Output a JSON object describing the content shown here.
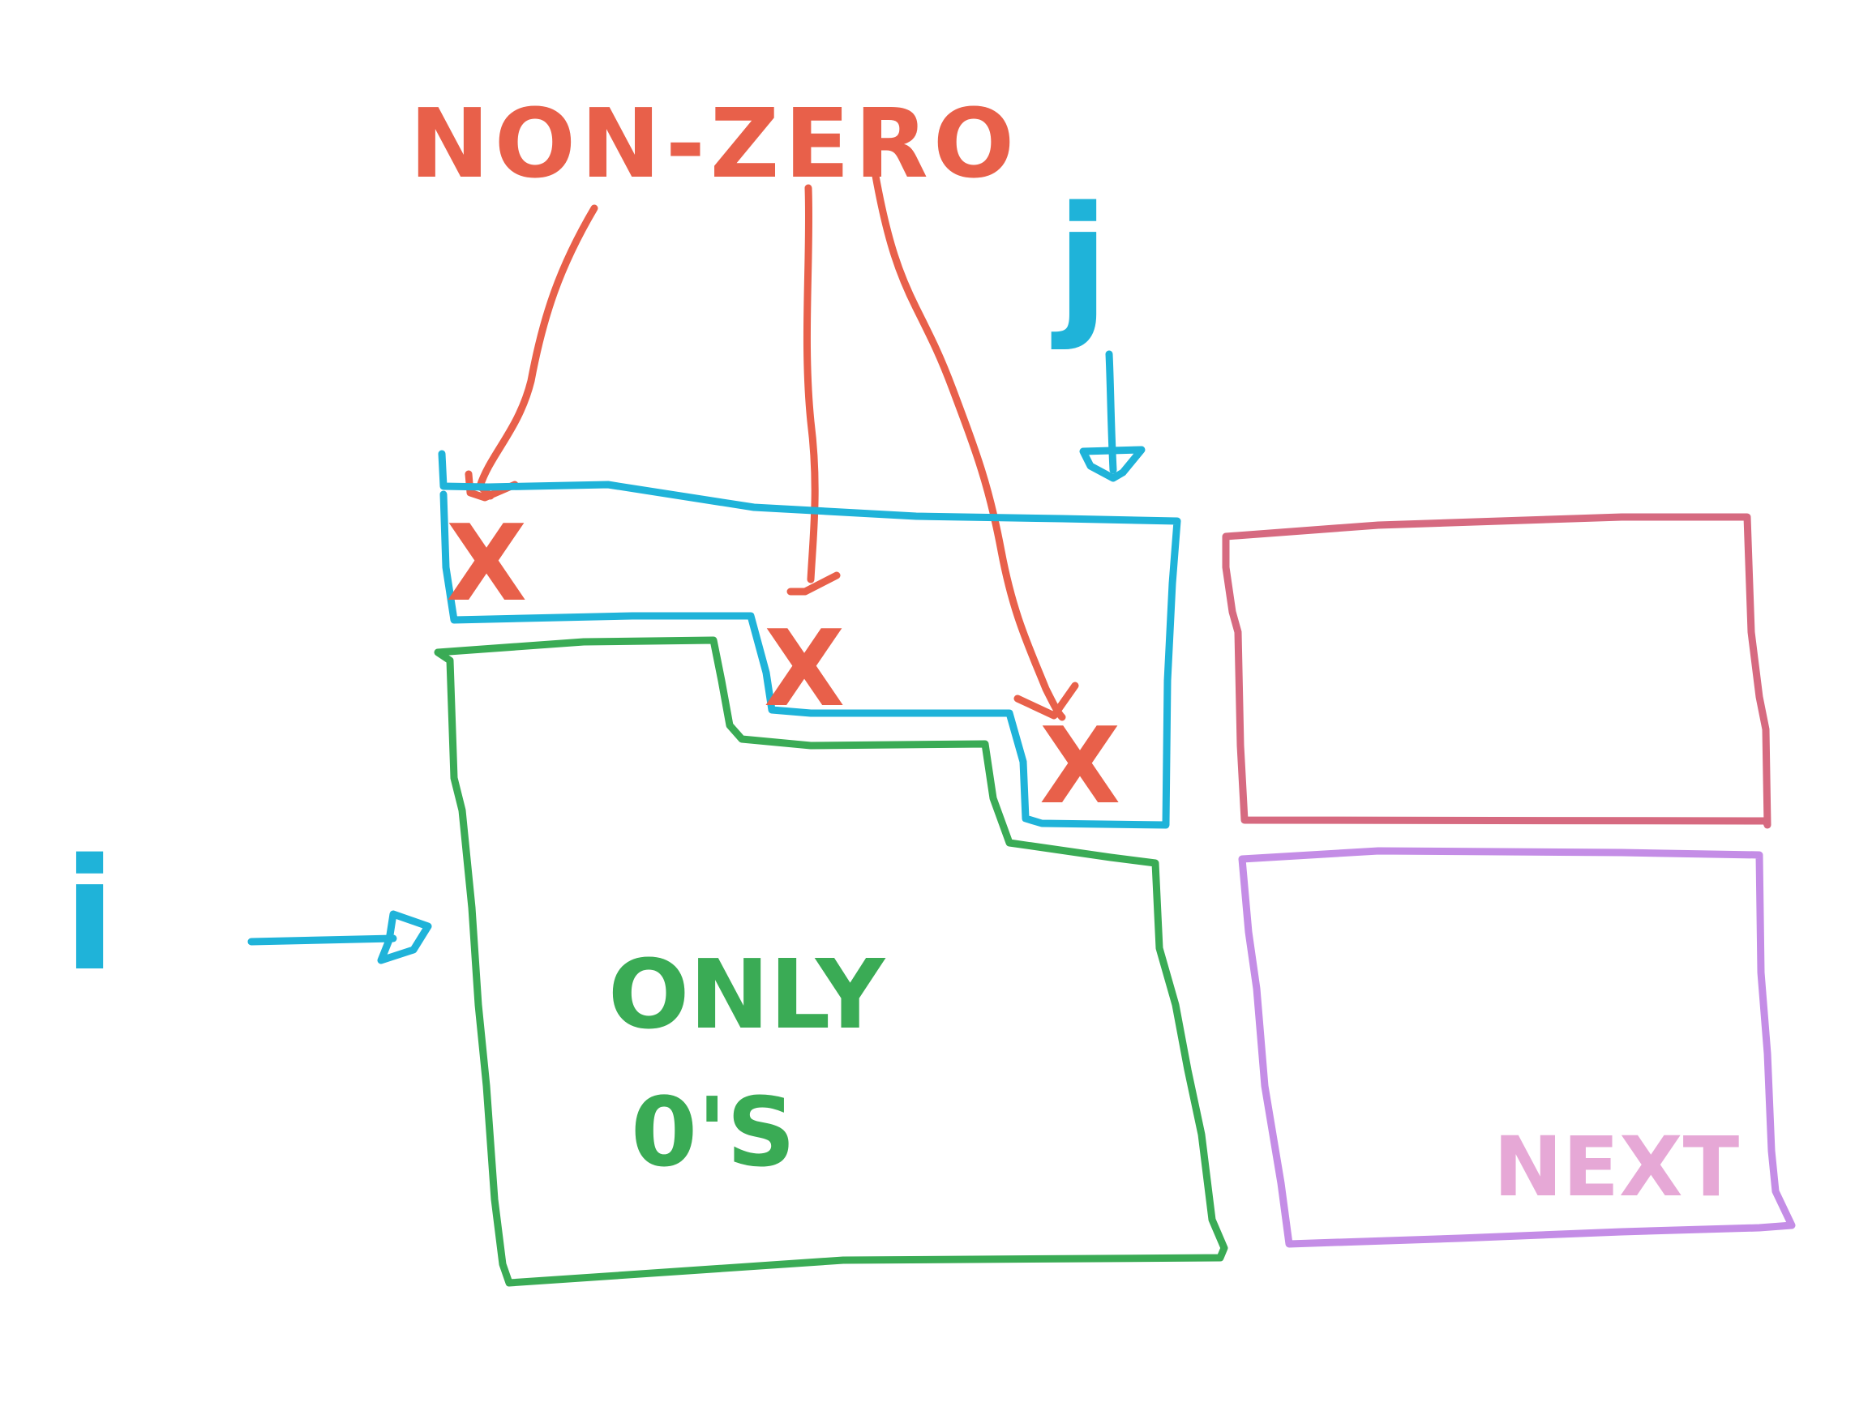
{
  "labels": {
    "non_zero": "NON-ZERO",
    "j_index": "j",
    "i_index": "i",
    "only_line1": "ONLY",
    "only_line2": "0'S",
    "next": "NEXT",
    "x_mark": "X"
  },
  "colors": {
    "red": "#e8604a",
    "blue": "#1fb3d9",
    "green": "#3aab55",
    "rose": "#d66a80",
    "violet": "#c48de6",
    "pink": "#e6a8d6"
  }
}
